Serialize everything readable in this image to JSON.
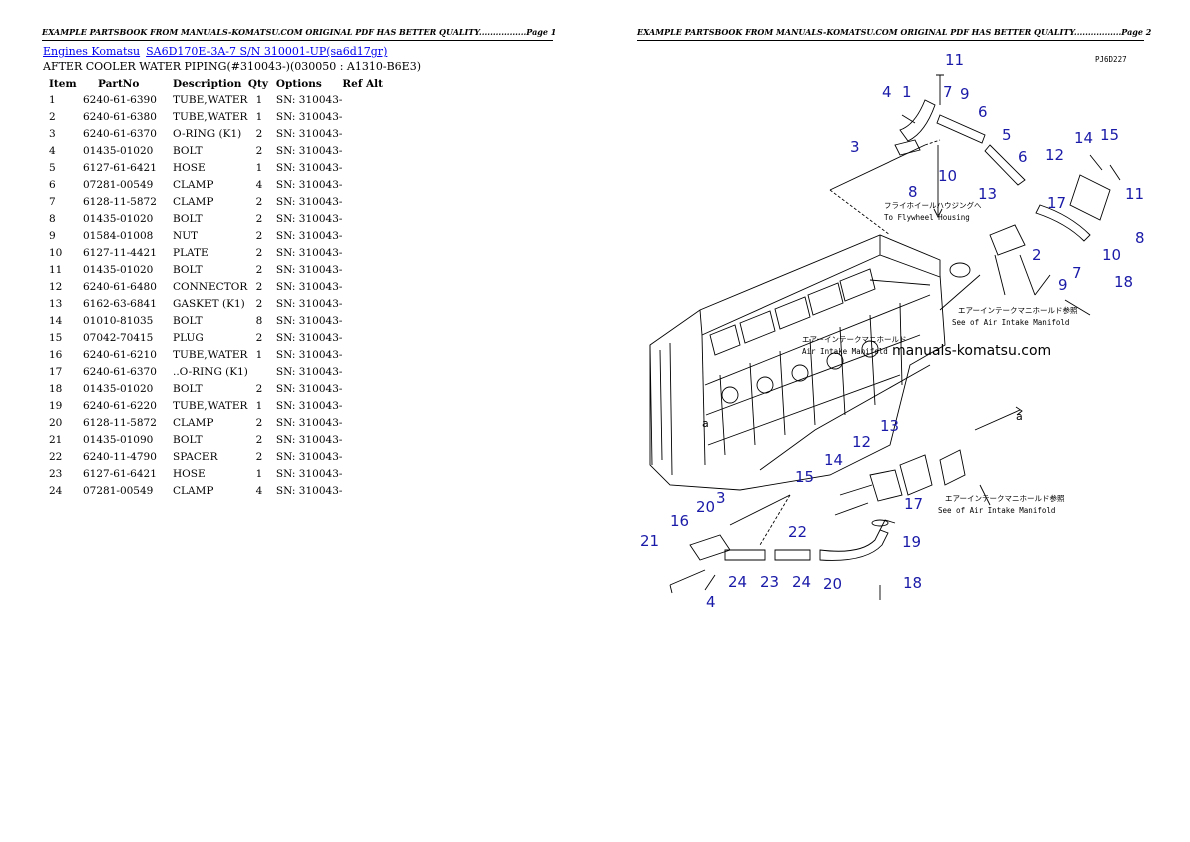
{
  "page1_header": "EXAMPLE PARTSBOOK FROM MANUALS-KOMATSU.COM ORIGINAL PDF HAS BETTER QUALITY.................Page 1",
  "page2_header": "EXAMPLE PARTSBOOK FROM MANUALS-KOMATSU.COM ORIGINAL PDF HAS BETTER QUALITY.................Page 2",
  "breadcrumb": {
    "link1": "Engines Komatsu",
    "link2": "SA6D170E-3A-7 S/N  310001-UP(sa6d17gr)"
  },
  "section_title": "AFTER COOLER WATER PIPING(#310043-)(030050 : A1310-B6E3)",
  "table": {
    "headers": [
      "Item",
      "PartNo",
      "Description",
      "Qty",
      "Options",
      "Ref Alt"
    ],
    "rows": [
      [
        "1",
        "6240-61-6390",
        "TUBE,WATER",
        "1",
        "SN: 310043-",
        ""
      ],
      [
        "2",
        "6240-61-6380",
        "TUBE,WATER",
        "1",
        "SN: 310043-",
        ""
      ],
      [
        "3",
        "6240-61-6370",
        "O-RING (K1)",
        "2",
        "SN: 310043-",
        ""
      ],
      [
        "4",
        "01435-01020",
        "BOLT",
        "2",
        "SN: 310043-",
        ""
      ],
      [
        "5",
        "6127-61-6421",
        "HOSE",
        "1",
        "SN: 310043-",
        ""
      ],
      [
        "6",
        "07281-00549",
        "CLAMP",
        "4",
        "SN: 310043-",
        ""
      ],
      [
        "7",
        "6128-11-5872",
        "CLAMP",
        "2",
        "SN: 310043-",
        ""
      ],
      [
        "8",
        "01435-01020",
        "BOLT",
        "2",
        "SN: 310043-",
        ""
      ],
      [
        "9",
        "01584-01008",
        "NUT",
        "2",
        "SN: 310043-",
        ""
      ],
      [
        "10",
        "6127-11-4421",
        "PLATE",
        "2",
        "SN: 310043-",
        ""
      ],
      [
        "11",
        "01435-01020",
        "BOLT",
        "2",
        "SN: 310043-",
        ""
      ],
      [
        "12",
        "6240-61-6480",
        "CONNECTOR",
        "2",
        "SN: 310043-",
        ""
      ],
      [
        "13",
        "6162-63-6841",
        "GASKET (K1)",
        "2",
        "SN: 310043-",
        ""
      ],
      [
        "14",
        "01010-81035",
        "BOLT",
        "8",
        "SN: 310043-",
        ""
      ],
      [
        "15",
        "07042-70415",
        "PLUG",
        "2",
        "SN: 310043-",
        ""
      ],
      [
        "16",
        "6240-61-6210",
        "TUBE,WATER",
        "1",
        "SN: 310043-",
        ""
      ],
      [
        "17",
        "6240-61-6370",
        "..O-RING (K1)",
        "",
        "SN: 310043-",
        ""
      ],
      [
        "18",
        "01435-01020",
        "BOLT",
        "2",
        "SN: 310043-",
        ""
      ],
      [
        "19",
        "6240-61-6220",
        "TUBE,WATER",
        "1",
        "SN: 310043-",
        ""
      ],
      [
        "20",
        "6128-11-5872",
        "CLAMP",
        "2",
        "SN: 310043-",
        ""
      ],
      [
        "21",
        "01435-01090",
        "BOLT",
        "2",
        "SN: 310043-",
        ""
      ],
      [
        "22",
        "6240-11-4790",
        "SPACER",
        "2",
        "SN: 310043-",
        ""
      ],
      [
        "23",
        "6127-61-6421",
        "HOSE",
        "1",
        "SN: 310043-",
        ""
      ],
      [
        "24",
        "07281-00549",
        "CLAMP",
        "4",
        "SN: 310043-",
        ""
      ]
    ]
  },
  "diagram": {
    "code": "PJ6D227",
    "watermark": "manuals-komatsu.com",
    "jp_flywheel": "フライホイールハウジングへ",
    "to_flywheel": "To Flywheel Housing",
    "jp_intake": "エアーインテークマニホールド参照",
    "see_intake": "See of Air Intake Manifold",
    "jp_intake2": "エアーインテークマニホールド",
    "air_intake": "Air Intake Manifold",
    "ref_a": "a",
    "callouts": [
      "1",
      "2",
      "3",
      "4",
      "5",
      "6",
      "7",
      "8",
      "9",
      "10",
      "11",
      "12",
      "13",
      "14",
      "15",
      "16",
      "17",
      "18",
      "19",
      "20",
      "21",
      "22",
      "23",
      "24"
    ]
  }
}
